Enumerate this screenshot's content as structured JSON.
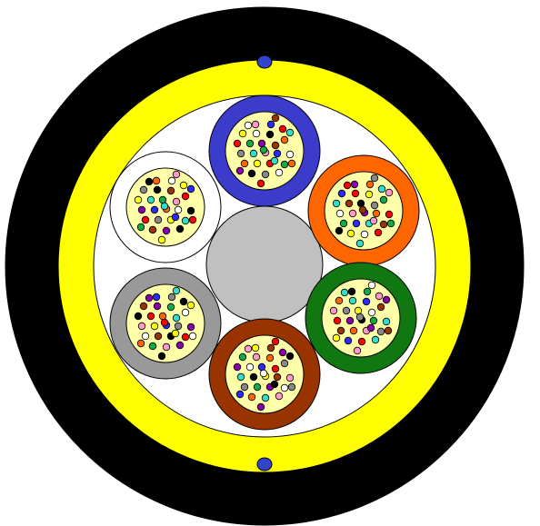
{
  "colors": {
    "jacket": "#000000",
    "armor": "#ffff00",
    "inner_sheath": "#ffffff",
    "central_member": "#c0c0c0",
    "ripcord": "#3344cc",
    "tube_fill": "#ffffaa",
    "outline": "#000000"
  },
  "ripcords": [
    {
      "name": "top-ripcord",
      "color": "#3344cc"
    },
    {
      "name": "bottom-ripcord",
      "color": "#3344cc"
    }
  ],
  "tubes": [
    {
      "name": "blue",
      "color": "#3c3ccc"
    },
    {
      "name": "orange",
      "color": "#ff6600"
    },
    {
      "name": "green",
      "color": "#117711"
    },
    {
      "name": "brown",
      "color": "#993300"
    },
    {
      "name": "slate",
      "color": "#999999"
    },
    {
      "name": "white",
      "color": "#ffffff"
    }
  ],
  "fiber_colors": [
    "#ff99cc",
    "#8800aa",
    "#000000",
    "#ffff00",
    "#2a2aff",
    "#ff6600",
    "#11aa44",
    "#993300",
    "#888888",
    "#ffffff",
    "#ff0000",
    "#33ddcc"
  ]
}
